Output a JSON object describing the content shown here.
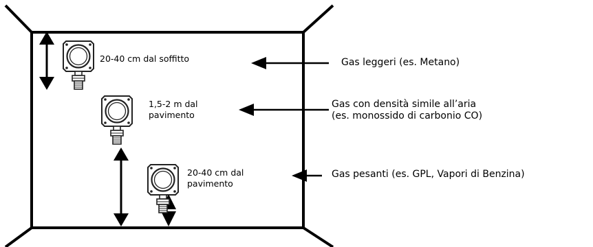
{
  "diagram": {
    "detectors": [
      {
        "label_lines": [
          "20-40 cm dal soffitto"
        ]
      },
      {
        "label_lines": [
          "1,5-2 m dal",
          "pavimento"
        ]
      },
      {
        "label_lines": [
          "20-40 cm dal",
          "pavimento"
        ]
      }
    ],
    "gas_types": [
      {
        "label_lines": [
          "Gas leggeri  (es. Metano)"
        ]
      },
      {
        "label_lines": [
          "Gas con densità simile all’aria",
          "(es. monossido di carbonio CO)"
        ]
      },
      {
        "label_lines": [
          "Gas pesanti (es. GPL, Vapori di Benzina)"
        ]
      }
    ],
    "colors": {
      "ink": "#000000",
      "detector_fill": "#ffffff",
      "detector_stroke": "#222222",
      "background": "#ffffff"
    }
  }
}
